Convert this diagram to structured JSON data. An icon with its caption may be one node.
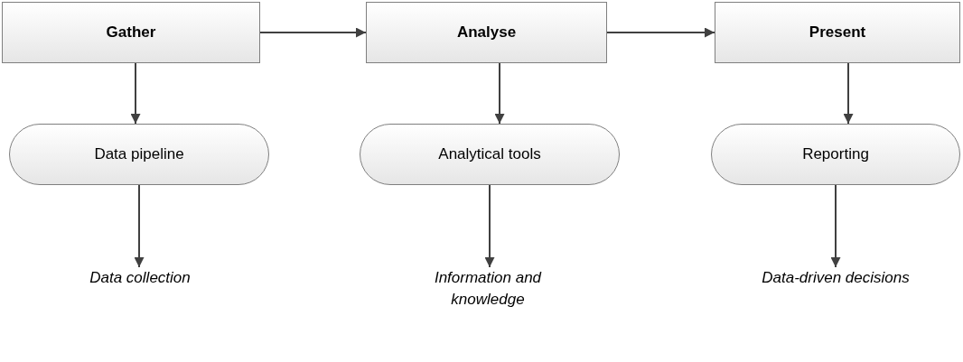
{
  "diagram": {
    "nodes": [
      {
        "text": [
          "Gather"
        ]
      },
      {
        "text": [
          "Analyse"
        ]
      },
      {
        "text": [
          "Present"
        ]
      },
      {
        "text": [
          "Data pipeline"
        ]
      },
      {
        "text": [
          "Analytical tools"
        ]
      },
      {
        "text": [
          "Reporting"
        ]
      },
      {
        "text": [
          "Data collection"
        ]
      },
      {
        "text": [
          "Information and knowledge"
        ]
      },
      {
        "text": [
          "Data-driven decisions"
        ]
      }
    ],
    "edges": [
      {
        "from": 0,
        "to": 1,
        "arrow": "to"
      },
      {
        "from": 1,
        "to": 2,
        "arrow": "to"
      },
      {
        "from": 0,
        "to": 3,
        "arrow": "to"
      },
      {
        "from": 1,
        "to": 4,
        "arrow": "to"
      },
      {
        "from": 2,
        "to": 5,
        "arrow": "to"
      },
      {
        "from": 3,
        "to": 6,
        "arrow": "to"
      },
      {
        "from": 4,
        "to": 7,
        "arrow": "to"
      },
      {
        "from": 5,
        "to": 8,
        "arrow": "to"
      }
    ]
  }
}
